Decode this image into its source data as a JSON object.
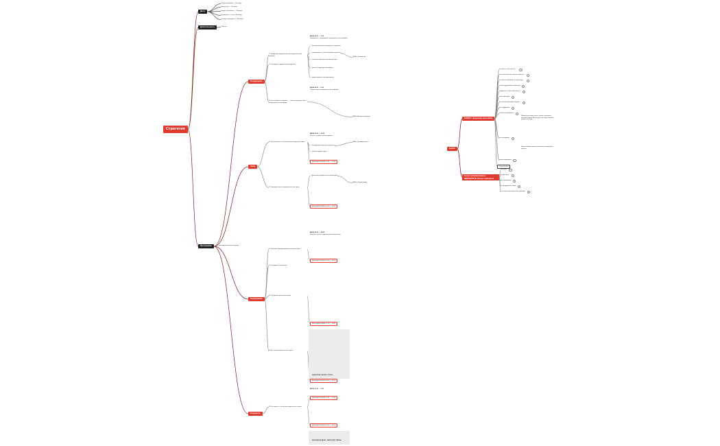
{
  "root": "Стратегия",
  "left": {
    "deti": {
      "label": "Дети",
      "items": [
        "Старт программы — 30 минут",
        "Лагерь (до) — 15 минут",
        "Заезд и заселение — 30 минут",
        "Программа — 4 часа 30 минут",
        "Отъезд и прощание — 30 минут"
      ]
    },
    "dlitelnost": {
      "label": "Длительность",
      "items": [
        "Суббота"
      ]
    },
    "program": {
      "label": "Программа",
      "side_note": "мероприятия (план по дням)",
      "blocks": [
        {
          "label": "Погружение",
          "qs": [
            "1. Предлагает проработать исследовательский маршрут",
            "2. Обсуждает с родительской группой",
            "3. Рассказывает о задачах — чтобы к концу дня дети погрузились в атмосферу"
          ],
          "day_a": "ДЕНЬ 20.07 — 9:00",
          "day_a_title": "Знакомство с программой, правилами и участниками",
          "day_b": "ДЕНЬ 20.07 — 9:30",
          "day_b_title": "Общий сбор и знакомство с атмосферой",
          "lines": [
            "— выслушать рассказ ведущего о правилах",
            "— познакомиться с участниками и группой",
            "— получить памятку и расписание дня",
            "— узнать о структуре программы",
            "— задать вопросы организаторам"
          ],
          "goal1": "ЦЕЛЬ: Знакомство",
          "goal2": "ЦЕЛЬ: Выход на правила"
        },
        {
          "label": "Тема",
          "qs": [
            "4. Рассказывает, чего больше всего ждут участники",
            "5. Фиксирует цели и ожидания на весь день"
          ],
          "day_a": "ДЕНЬ 20.07 — 10:00",
          "day_a_title": "Работа с темой в малых группах",
          "lines": [
            "— обсуждение ключевых вопросов",
            "— выбор лидеров групп",
            "— фиксация результатов на флипчарте"
          ],
          "boxes": [
            "ВЫХОДНОЙ ДЕНЬ 11:00 — 12:00",
            "ВЫХОДНОЙ ДЕНЬ 12:00 — 13:00"
          ],
          "goal1": "ЦЕЛЬ: Договорённость",
          "goal2": "ЦЕЛЬ: Общий фокус"
        },
        {
          "label": "Погружение",
          "qs": [
            "6. Помогает сформулировать итоговые идеи",
            "7. Обсуждает, что дальше",
            "8. Определяет роли участников",
            "9. Вот что произошло за этот день"
          ],
          "day_a": "ДЕНЬ 20.07 — 14:00",
          "day_a_title": "Итоговая сессия и презентация результатов",
          "boxes": [
            "ВЫХОДНОЙ ДЕНЬ 15:00 — 16:00",
            "ВЫХОДНОЙ ДЕНЬ 17:00 — 18:00",
            "ВЫХОДНОЙ ДЕНЬ 18:00 — 19:00"
          ],
          "closing": "ЗАКРЫТИЕ ЛАГЕРЯ: ИТОГИ"
        },
        {
          "label": "Результат",
          "qs": [
            "10. Что унесут с собой участники после лагеря"
          ],
          "day_a": "ДЕНЬ 21.07 — 9:00",
          "boxes": [
            "ВЫХОДНОЙ ДЕНЬ 11:00 — 12:00",
            "ВЫХОДНОЙ ДЕНЬ 13:00 — 14:00"
          ],
          "closing": "ВЫХОДНОЙ ДЕНЬ: ЗАКРЫТИЕ СМЕНЫ"
        }
      ]
    }
  },
  "right": {
    "center": "БОЛИ",
    "top_group": {
      "label": "БОЛИ с мирными мыслями",
      "items": [
        "не знает, с чего начать",
        "нет опыта работы в малых группах",
        "не хватает времени на подготовку",
        "сложно удерживать внимание",
        "трудности с обратной связью",
        "мало практики",
        "нет чётких критериев оценки",
        "нет поддержки",
        "сложно планировать",
        "нет методички",
        "нужна поддержка"
      ],
      "explain": "Многие участники хотят больше практики и меньше теории. Важно дать им почувствовать результат сразу.",
      "explain2": "Нужно больше живого общения и командной работы.",
      "tag": "Страхи/боли"
    },
    "bottom_group": {
      "label": "Боли, направленные (ВЕРОЯТНО более глубокие)",
      "items": [
        "нет цели",
        "нет ресурса",
        "нет понимания",
        "нет поддержки семьи",
        "нет опыта публичных выступлений"
      ]
    }
  }
}
